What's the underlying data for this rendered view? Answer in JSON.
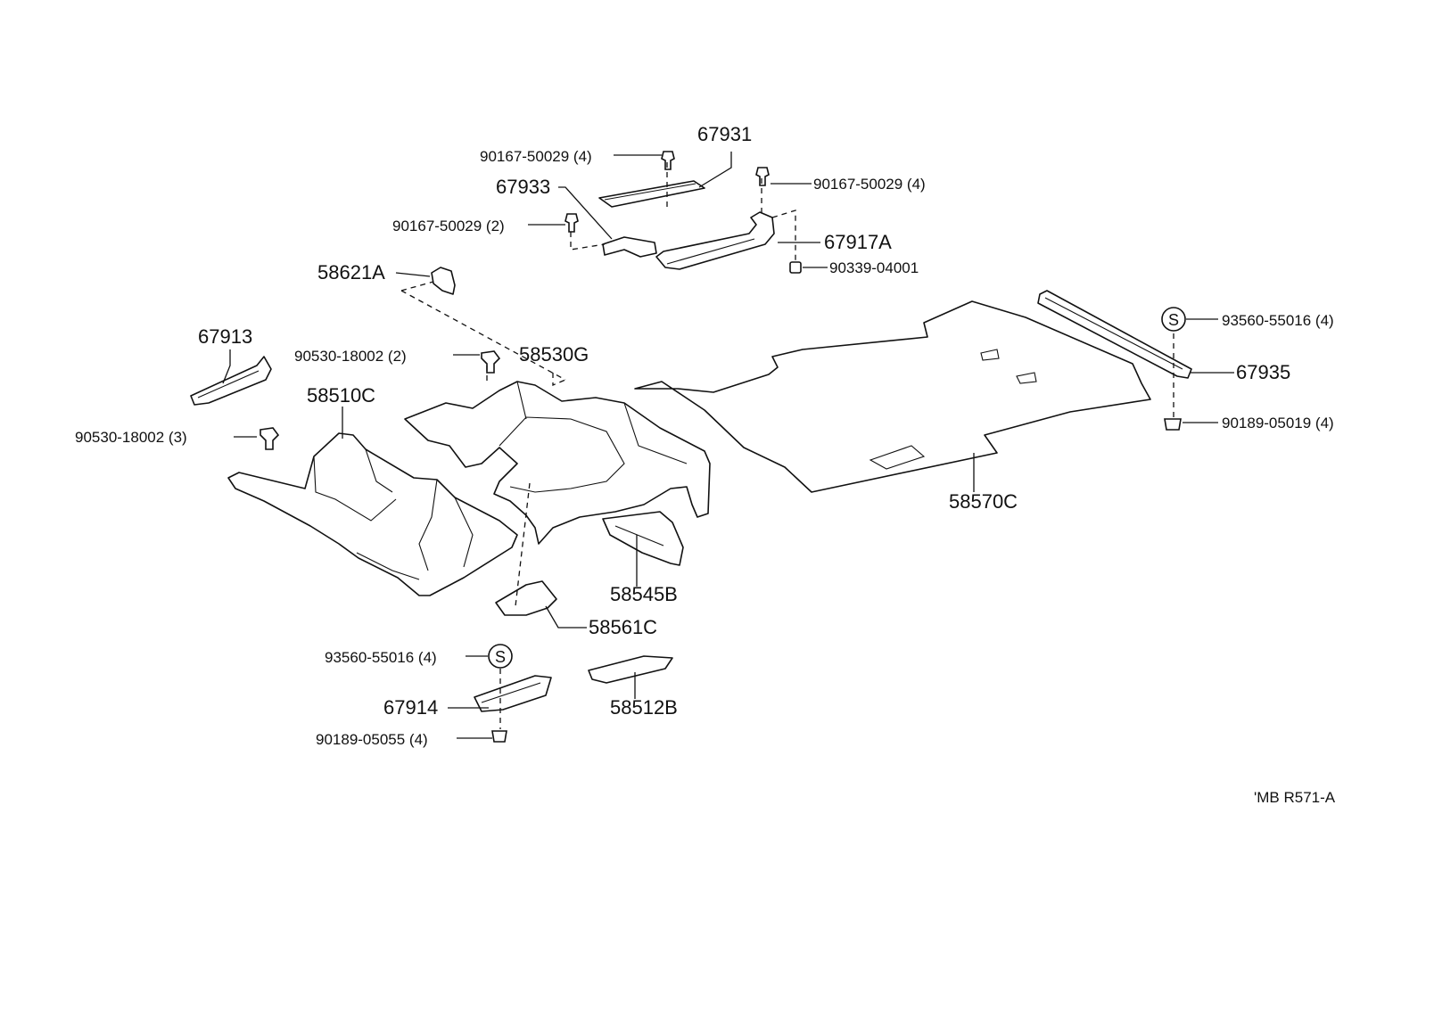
{
  "parts": {
    "p90167_50029_4a": "90167-50029 (4)",
    "p67931": "67931",
    "p90167_50029_4b": "90167-50029 (4)",
    "p67933": "67933",
    "p90167_50029_2": "90167-50029 (2)",
    "p67917A": "67917A",
    "p58621A": "58621A",
    "p90339_04001": "90339-04001",
    "p93560_55016_4a": "93560-55016 (4)",
    "p67913": "67913",
    "p90530_18002_2": "90530-18002 (2)",
    "p58530G": "58530G",
    "p67935": "67935",
    "p58510C": "58510C",
    "p90189_05019_4": "90189-05019 (4)",
    "p90530_18002_3": "90530-18002 (3)",
    "p58570C": "58570C",
    "p58545B": "58545B",
    "p58561C": "58561C",
    "p93560_55016_4b": "93560-55016 (4)",
    "p67914": "67914",
    "p58512B": "58512B",
    "p90189_05055_4": "90189-05055 (4)"
  },
  "symbols": {
    "s_mark": "S"
  },
  "footer": {
    "ref_code": "'MB R571-A"
  }
}
